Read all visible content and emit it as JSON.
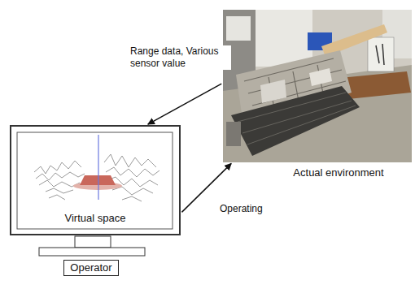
{
  "diagram": {
    "nodes": [
      {
        "text": [
          "Actual environment"
        ]
      },
      {
        "text": [
          "Virtual space"
        ]
      },
      {
        "text": [
          "Operator"
        ]
      }
    ],
    "edges": [
      {
        "from": 0,
        "to": 1,
        "arrow": "to",
        "label": "Range data, Various sensor value"
      },
      {
        "from": 1,
        "to": 0,
        "arrow": "to",
        "label": "Operating"
      }
    ]
  }
}
